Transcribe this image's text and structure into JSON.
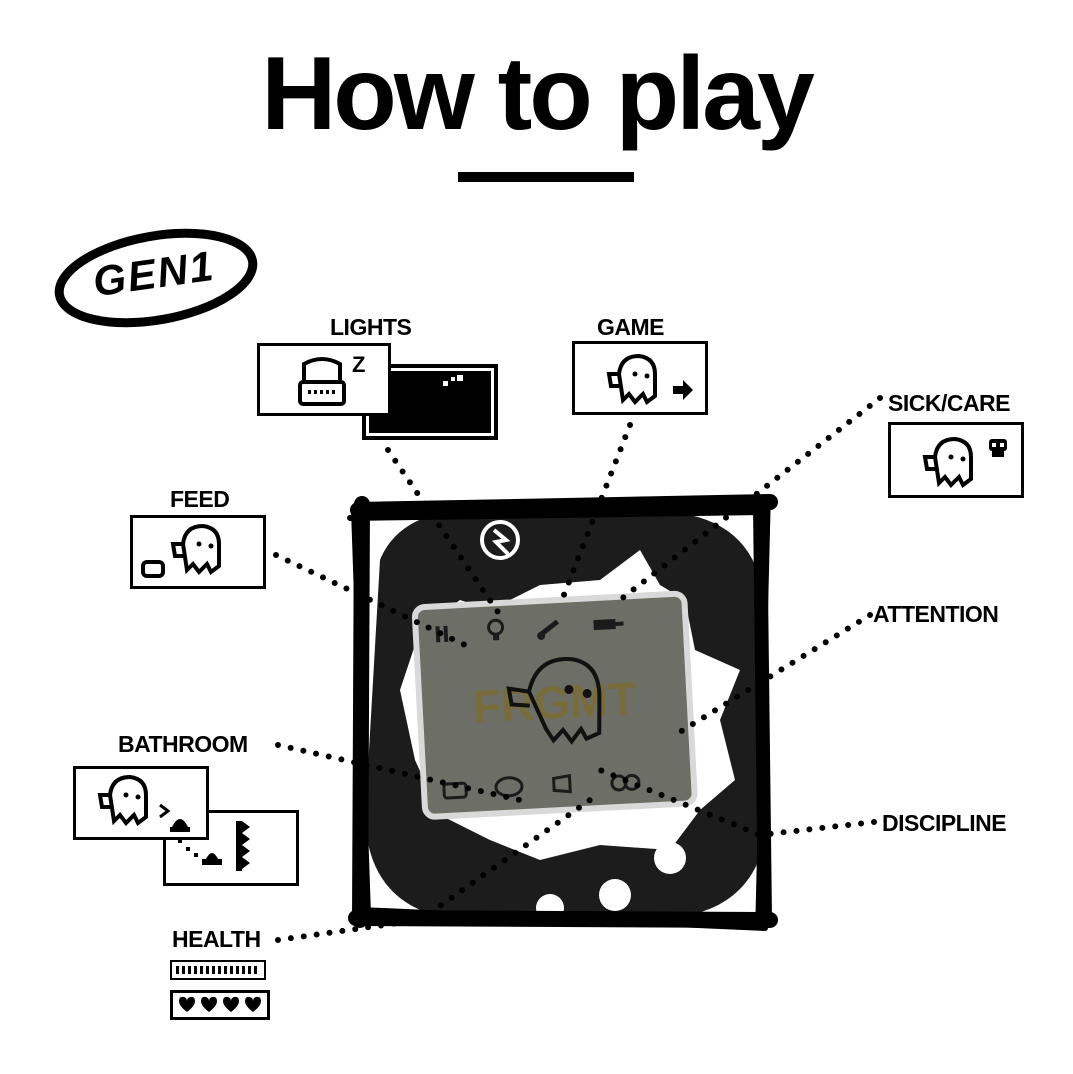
{
  "title": "How to play",
  "badge": "GEN1",
  "labels": {
    "lights": "LIGHTS",
    "game": "GAME",
    "sick_care": "SICK/CARE",
    "feed": "FEED",
    "attention": "ATTENTION",
    "bathroom": "BATHROOM",
    "discipline": "DISCIPLINE",
    "health": "HEALTH"
  },
  "device_screen_text": "FRGMT",
  "icons": {
    "lights": "sleeping-pet-icon",
    "game": "pet-game-icon",
    "sick_care": "sick-pet-skull-icon",
    "feed": "pet-bread-icon",
    "bathroom": "pet-poop-icon",
    "health": "hunger-meter-icon",
    "device_menu": [
      "fork-knife-icon",
      "lightbulb-icon",
      "ball-bat-icon",
      "syringe-icon",
      "duck-icon",
      "health-meter-icon",
      "scold-icon",
      "attention-icon"
    ]
  },
  "colors": {
    "ink": "#000000",
    "paper": "#ffffff",
    "lcd": "#6d6e65",
    "device": "#1a1a1a"
  }
}
